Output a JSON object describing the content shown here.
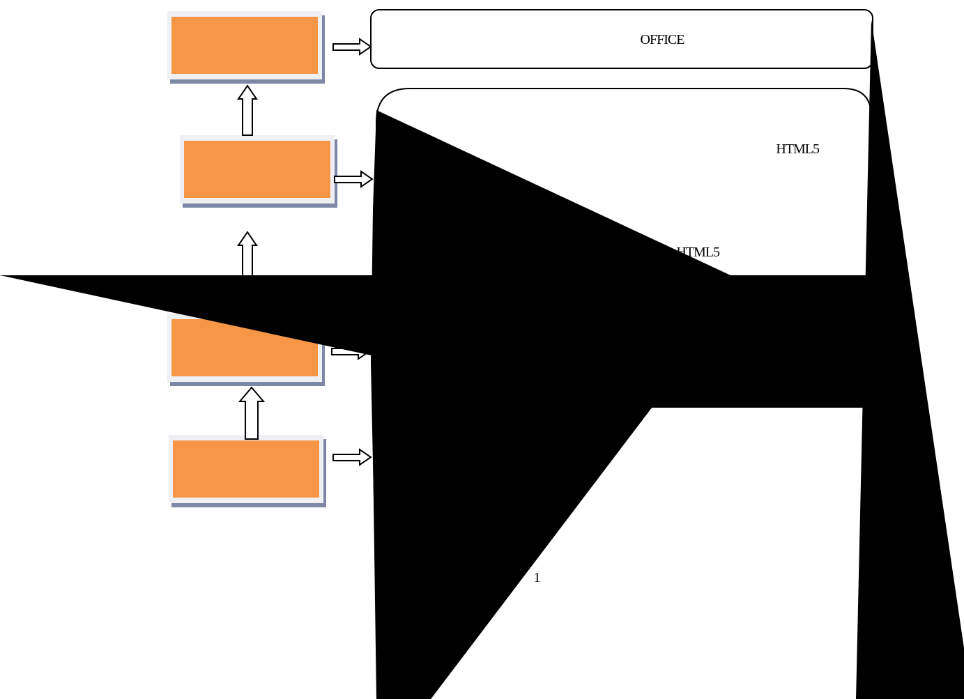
{
  "colors": {
    "block_fill": "#f79646",
    "block_frame": "#eef0f4",
    "block_shadow": "#7f87a6",
    "outline": "#000000",
    "occlusion": "#000000"
  },
  "blocks": [
    {
      "label": ""
    },
    {
      "label": ""
    },
    {
      "label": ""
    },
    {
      "label": ""
    }
  ],
  "containers": {
    "office": {
      "label": "OFFICE"
    },
    "html5": {
      "label": "HTML5",
      "inner_label": "HTML5"
    }
  },
  "page_marker": "1"
}
